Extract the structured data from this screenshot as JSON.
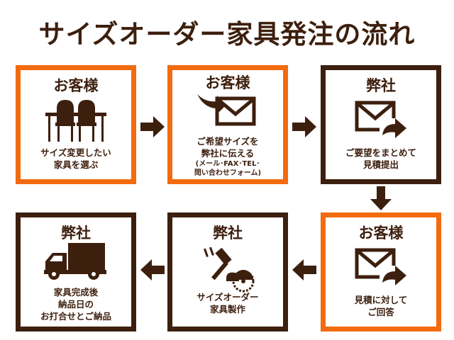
{
  "title": "サイズオーダー家具発注の流れ",
  "colors": {
    "customer": "#f26b0f",
    "company": "#3d1f0e"
  },
  "steps": [
    {
      "actor": "お客様",
      "line1": "サイズ変更したい",
      "line2": "家具を選ぶ",
      "icon": "chairs-icon"
    },
    {
      "actor": "お客様",
      "line1": "ご希望サイズを",
      "line2": "弊社に伝える",
      "note1": "(メール･FAX･TEL･",
      "note2": "問い合わせフォーム)",
      "icon": "send-mail-icon"
    },
    {
      "actor": "弊社",
      "line1": "ご要望をまとめて",
      "line2": "見積提出",
      "icon": "mail-forward-icon"
    },
    {
      "actor": "お客様",
      "line1": "見積に対して",
      "line2": "ご回答",
      "icon": "mail-forward-icon"
    },
    {
      "actor": "弊社",
      "line1": "サイズオーダー",
      "line2": "家具製作",
      "icon": "tools-icon"
    },
    {
      "actor": "弊社",
      "line1": "家具完成後",
      "line2": "納品日の",
      "line3": "お打合せとご納品",
      "icon": "truck-icon"
    }
  ]
}
